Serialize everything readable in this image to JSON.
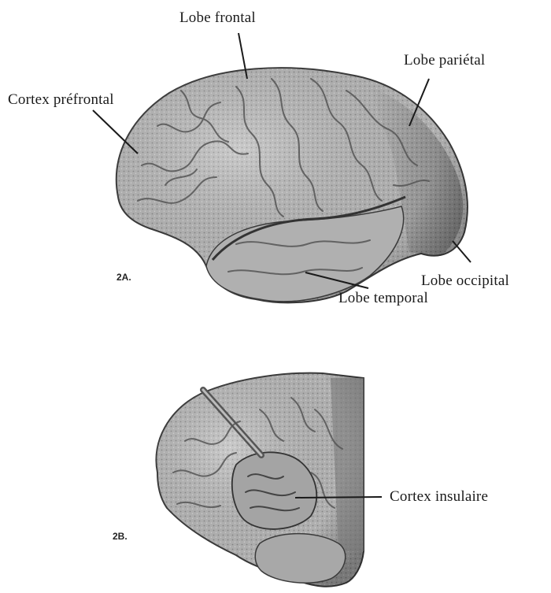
{
  "figure_a": {
    "tag": "2A.",
    "labels": {
      "frontal": "Lobe frontal",
      "parietal": "Lobe pariétal",
      "prefrontal": "Cortex préfrontal",
      "occipital": "Lobe occipital",
      "temporal": "Lobe temporal"
    }
  },
  "figure_b": {
    "tag": "2B.",
    "labels": {
      "insula": "Cortex insulaire"
    }
  }
}
